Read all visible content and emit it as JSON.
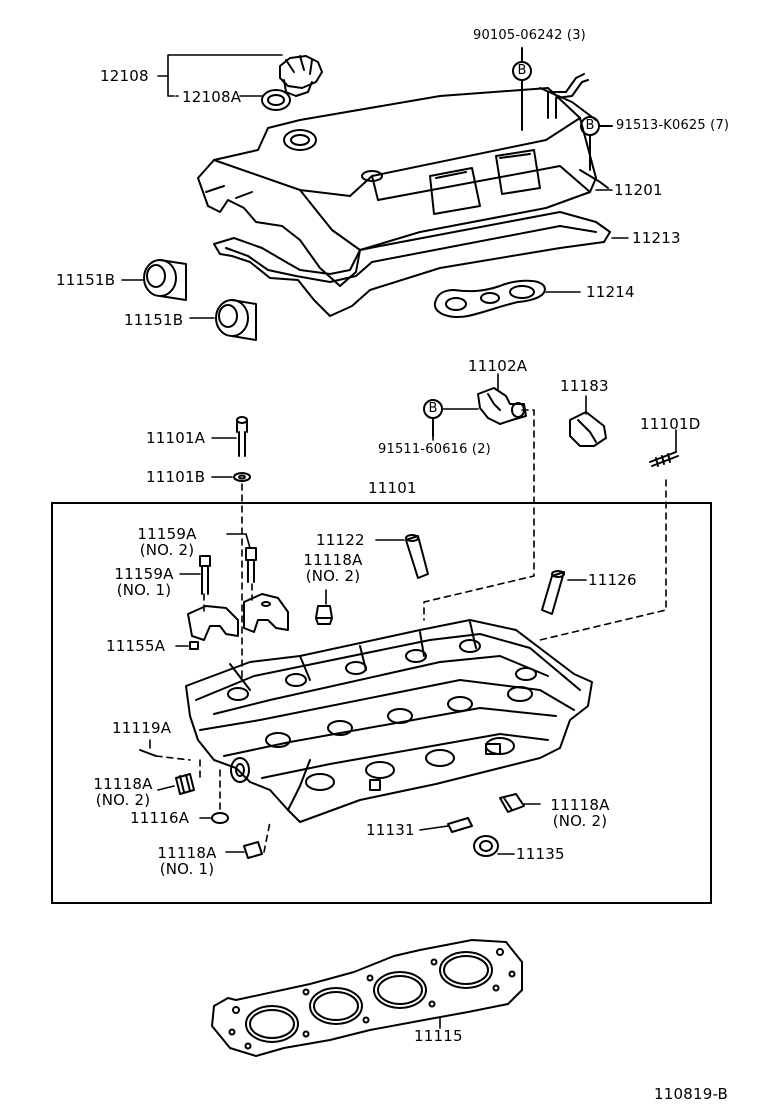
{
  "diagram": {
    "code": "110819-B",
    "callout_letter": "B",
    "labels": {
      "p90105": "90105-06242 (3)",
      "p12108": "12108",
      "p12108A": "12108A",
      "p91513": "91513-K0625 (7)",
      "p11201": "11201",
      "p11213": "11213",
      "p11151B_1": "11151B",
      "p11151B_2": "11151B",
      "p11214": "11214",
      "p11102A": "11102A",
      "p11183": "11183",
      "p91511": "91511-60616 (2)",
      "p11101A": "11101A",
      "p11101D": "11101D",
      "p11101B": "11101B",
      "p11101": "11101",
      "p11159A_2": "11159A",
      "p11159A_2_note": "(NO. 2)",
      "p11122": "11122",
      "p11118A_top": "11118A",
      "p11118A_top_note": "(NO. 2)",
      "p11159A_1": "11159A",
      "p11159A_1_note": "(NO. 1)",
      "p11126": "11126",
      "p11155A": "11155A",
      "p11119A": "11119A",
      "p11118A_left": "11118A",
      "p11118A_left_note": "(NO. 2)",
      "p11116A": "11116A",
      "p11118A_right": "11118A",
      "p11118A_right_note": "(NO. 2)",
      "p11131": "11131",
      "p11135": "11135",
      "p11118A_bottom": "11118A",
      "p11118A_bottom_note": "(NO. 1)",
      "p11115": "11115"
    }
  }
}
